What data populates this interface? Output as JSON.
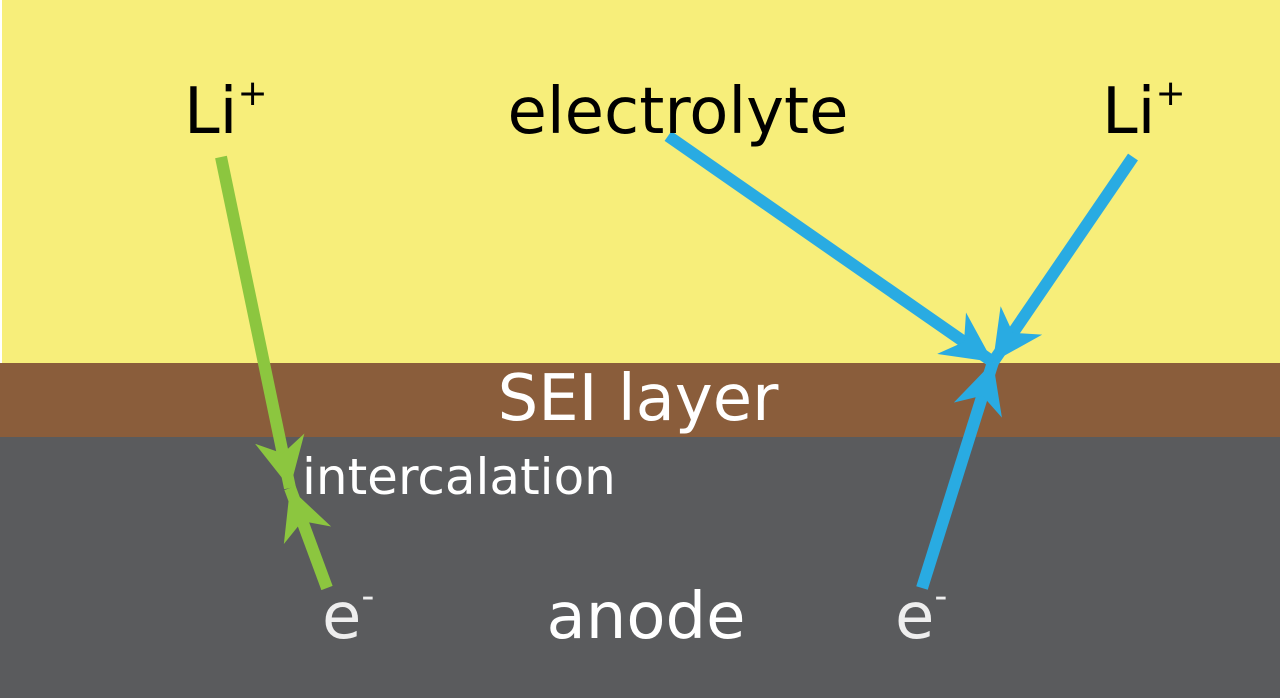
{
  "labels": {
    "li_left": "Li",
    "li_left_sup": "+",
    "electrolyte": "electrolyte",
    "li_right": "Li",
    "li_right_sup": "+",
    "sei_layer": "SEI layer",
    "intercalation": "intercalation",
    "e_left": "e",
    "e_left_sup": "-",
    "anode": "anode",
    "e_right": "e",
    "e_right_sup": "-"
  },
  "colors": {
    "electrolyte": "#f7ee7a",
    "sei": "#8a5d3b",
    "anode": "#5a5b5d",
    "intercalation_arrow": "#8cc63f",
    "sei_formation_arrow": "#29abe2",
    "dark_text": "#000000",
    "light_text": "#ffffff"
  }
}
